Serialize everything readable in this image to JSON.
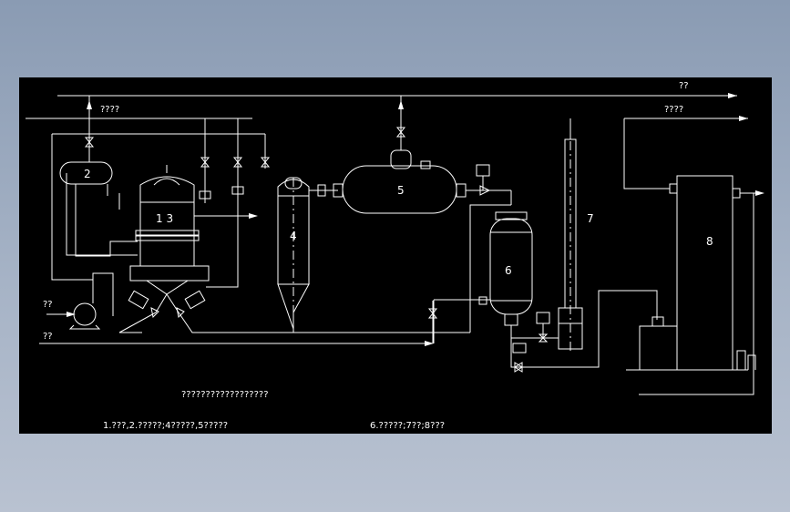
{
  "drawing": {
    "background_color": "#000000",
    "line_color": "#ffffff",
    "pipe_labels": {
      "top_right": "??",
      "top_left": "????",
      "second_right": "????",
      "pump_inlet": "??",
      "bottom_inlet": "??"
    },
    "equipment": {
      "e2": "2",
      "e13": "1 3",
      "e4": "4",
      "e5": "5",
      "e6": "6",
      "e7": "7",
      "e8": "8"
    },
    "caption_title": "??????????????????",
    "legend_left": "1.???,2.?????;4?????,5?????",
    "legend_right": "6.?????;7??;8???"
  }
}
